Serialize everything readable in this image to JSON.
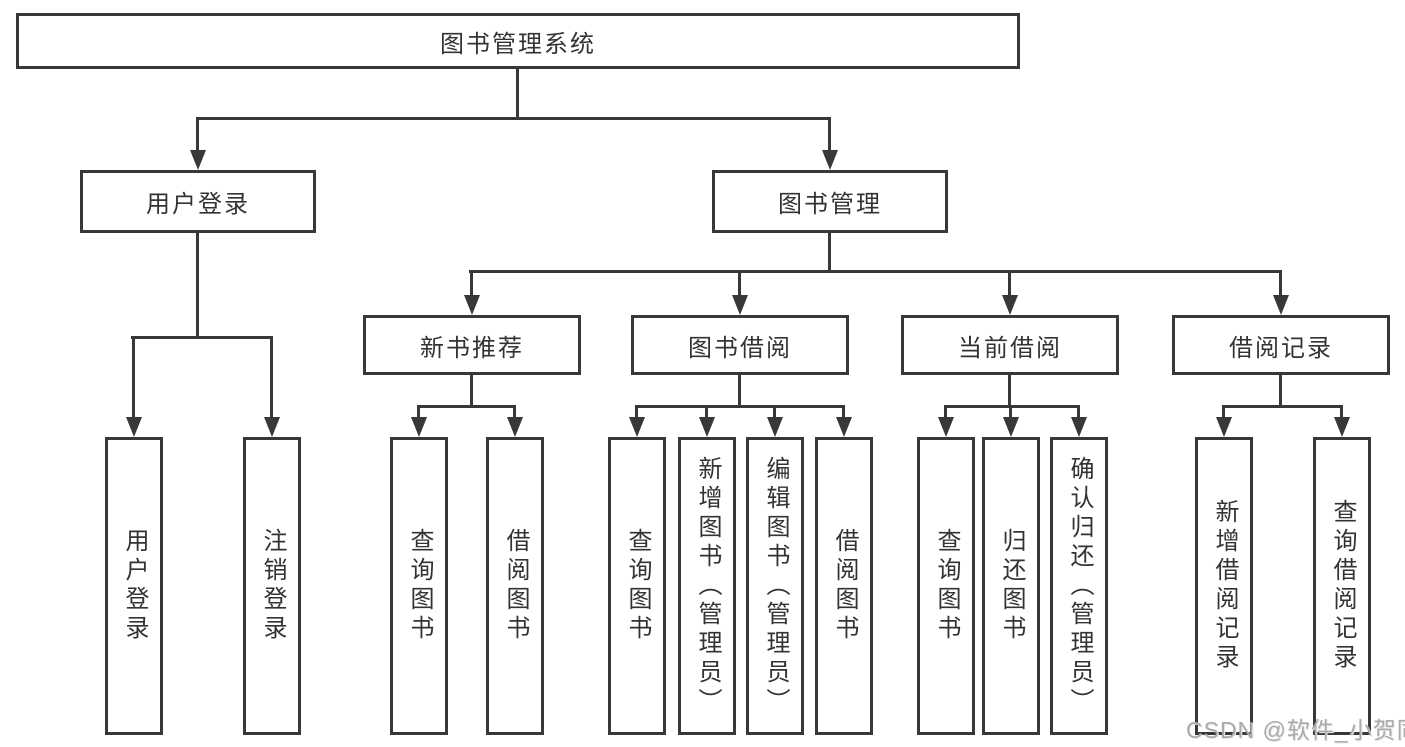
{
  "diagram": {
    "root": {
      "label": "图书管理系统"
    },
    "level2": [
      {
        "label": "用户登录"
      },
      {
        "label": "图书管理"
      }
    ],
    "level3": [
      {
        "label": "新书推荐"
      },
      {
        "label": "图书借阅"
      },
      {
        "label": "当前借阅"
      },
      {
        "label": "借阅记录"
      }
    ],
    "leaves": {
      "user_login": [
        "用户登录",
        "注销登录"
      ],
      "new_book": [
        "查询图书",
        "借阅图书"
      ],
      "book_borrow": [
        "查询图书",
        "新增图书（管理员）",
        "编辑图书（管理员）",
        "借阅图书"
      ],
      "current_borrow": [
        "查询图书",
        "归还图书",
        "确认归还（管理员）"
      ],
      "borrow_record": [
        "新增借阅记录",
        "查询借阅记录"
      ]
    }
  },
  "watermark": "CSDN @软件_小贺同学",
  "colors": {
    "line": "#383838",
    "text": "#333333",
    "watermark": "#aaaaaa",
    "background": "#ffffff"
  }
}
